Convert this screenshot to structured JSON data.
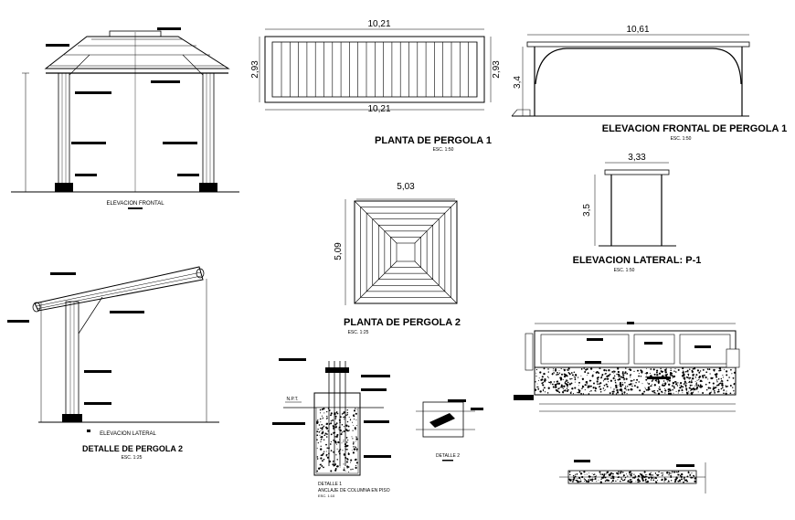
{
  "colors": {
    "ink": "#000000",
    "paper": "#ffffff"
  },
  "plan1": {
    "title": "PLANTA DE PERGOLA 1",
    "scale": "ESC. 1:50",
    "dim_top": "10,21",
    "dim_bottom": "10,21",
    "dim_left": "2,93",
    "dim_right": "2,93"
  },
  "front1": {
    "title": "ELEVACION FRONTAL DE PERGOLA 1",
    "scale": "ESC. 1:50",
    "dim_width": "10,61",
    "dim_height": "3,4"
  },
  "lateral1": {
    "title": "ELEVACION LATERAL: P-1",
    "scale": "ESC. 1:50",
    "dim_width": "3,33",
    "dim_height": "3,5"
  },
  "plan2": {
    "title": "PLANTA DE PERGOLA 2",
    "scale": "ESC. 1:25",
    "dim_width": "5,03",
    "dim_height": "5,09"
  },
  "front2": {
    "label": "ELEVACION FRONTAL"
  },
  "detail2": {
    "label": "ELEVACION LATERAL",
    "title": "DETALLE DE PERGOLA 2",
    "scale": "ESC. 1:25"
  },
  "detail1": {
    "label": "DETALLE 1",
    "sublabel": "ANCLAJE DE COLUMNA EN PISO",
    "scale": "ESC. 1:10",
    "tag": "N.P.T."
  },
  "detailE2": {
    "label": "DETALLE 2"
  }
}
